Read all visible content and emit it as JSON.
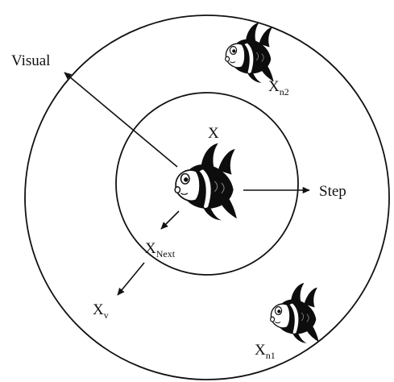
{
  "diagram": {
    "labels": {
      "visual": "Visual",
      "step": "Step",
      "x": "X",
      "x_next_main": "X",
      "x_next_sub": "Next",
      "x_v_main": "X",
      "x_v_sub": "v",
      "x_n1_main": "X",
      "x_n1_sub": "n1",
      "x_n2_main": "X",
      "x_n2_sub": "n2"
    },
    "colors": {
      "ink": "#111111",
      "fish_body": "#0d0d0d",
      "fish_face": "#ffffff"
    },
    "icons": {
      "fish": "fish-icon"
    }
  }
}
